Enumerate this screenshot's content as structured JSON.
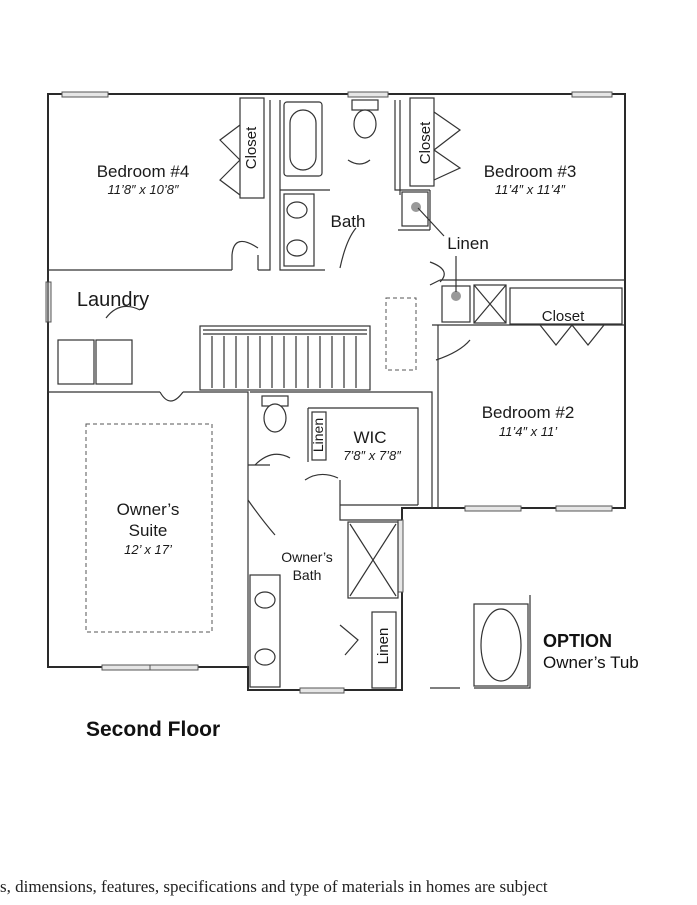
{
  "rooms": {
    "bedroom4": {
      "name": "Bedroom #4",
      "dim": "11’8″ x 10’8″"
    },
    "bedroom3": {
      "name": "Bedroom #3",
      "dim": "11’4″ x 11’4″"
    },
    "bedroom2": {
      "name": "Bedroom #2",
      "dim": "11’4″ x 11’"
    },
    "owners_suite": {
      "name_line1": "Owner’s",
      "name_line2": "Suite",
      "dim": "12’ x 17’"
    },
    "wic": {
      "name": "WIC",
      "dim": "7’8″ x 7’8″"
    },
    "owners_bath": {
      "name_line1": "Owner’s",
      "name_line2": "Bath"
    },
    "bath": "Bath",
    "laundry": "Laundry",
    "closet": "Closet",
    "linen": "Linen"
  },
  "option": {
    "title": "OPTION",
    "subtitle": "Owner’s Tub"
  },
  "floor_title": "Second Floor",
  "disclaimer": "s, dimensions, features, specifications and type of materials in homes are subject"
}
